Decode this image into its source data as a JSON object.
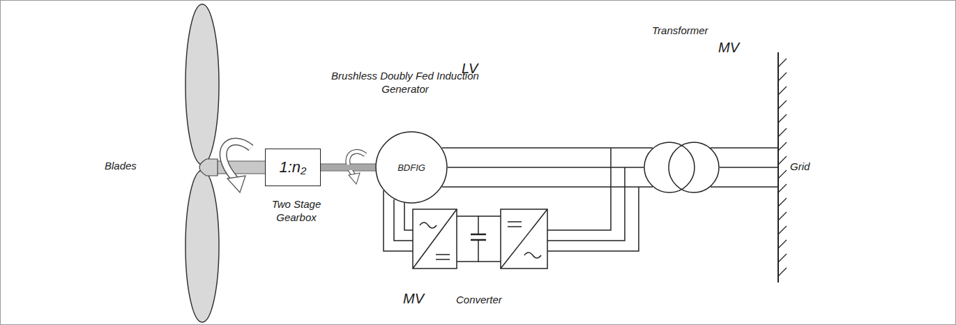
{
  "diagram": {
    "nodes": [
      {
        "text": [
          "1:n₂"
        ]
      },
      {
        "text": [
          "BDFIG"
        ]
      },
      {
        "text": [
          "Transformer"
        ]
      },
      {
        "text": [
          "Grid"
        ]
      }
    ],
    "edges": [
      {
        "from": 0,
        "to": 1,
        "arrow": "none"
      },
      {
        "from": 1,
        "to": 2,
        "arrow": "none"
      },
      {
        "from": 2,
        "to": 3,
        "arrow": "none"
      }
    ],
    "labels": [
      "Blades",
      "Brushless Doubly Fed Induction Generator",
      "Two Stage Gearbox",
      "LV",
      "MV",
      "MV",
      "Converter"
    ]
  }
}
